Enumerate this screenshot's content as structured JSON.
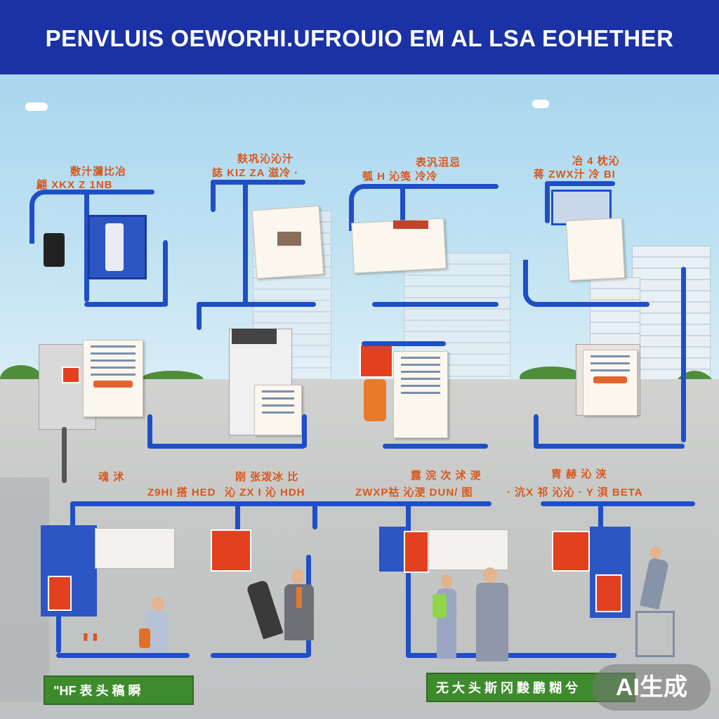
{
  "header": {
    "title": "PENVLUIS  OEWORHI.UFROUIO EM AL LSA EOHETHER"
  },
  "top_labels": [
    {
      "line1": "敷汁瀰比冶",
      "line2": "翩 XKX Z 1NB"
    },
    {
      "line1": "麸巩沁沁汁",
      "line2": "誌 KIZ ZA 滋冷 ·"
    },
    {
      "line1": "表汎沮忌",
      "line2": "瓠 H 沁笺 冷冷"
    },
    {
      "line1": "冶 4 枕沁",
      "line2": "蒋 ZWX汁 冷 BI"
    }
  ],
  "bottom_labels": [
    {
      "line1": "魂 沭",
      "line2": "Z9HI 搭 HED"
    },
    {
      "line1": "刚 张泼冰 比",
      "line2": "沁 ZX I 沁 HDH"
    },
    {
      "line1": "露 浣 次 沭 浭",
      "line2": "ZWXP祜 沁浭 DUN/ 图"
    },
    {
      "line1": "胄 赫 沁 浃",
      "line2": "· 沆X 祁 沁沁 · Y 浿 BETA"
    }
  ],
  "footer": {
    "left_label": "\"HF 表 头 稿 瞬",
    "right_label": "无 大 头 斯 冈 黢 鹏 糊 兮"
  },
  "watermark": {
    "text": "AI生成"
  },
  "colors": {
    "header_blue": "#1a32a6",
    "pipe_blue": "#1f4fc6",
    "label_orange": "#d9571c",
    "accent_red": "#e2401f",
    "footer_green": "#3e8b2e"
  }
}
